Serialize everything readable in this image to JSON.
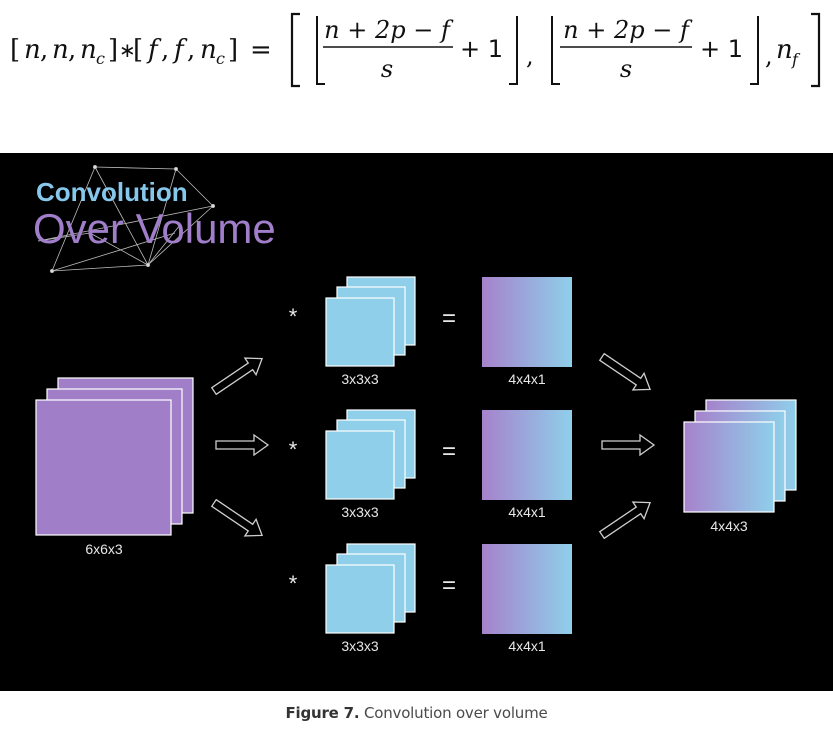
{
  "formula": {
    "input_dims": [
      "n",
      "n",
      "n"
    ],
    "input_sub": "c",
    "operator": "∗",
    "filter_dims": [
      "f",
      "f",
      "n"
    ],
    "filter_sub": "c",
    "equals": "=",
    "numerator": "n + 2p − f",
    "denominator": "s",
    "plus_one": "+ 1",
    "separator": ",",
    "channels": "n",
    "channels_sub": "f"
  },
  "figure": {
    "title_line1": "Convolution",
    "title_line2": "Over Volume",
    "input_label": "6x6x3",
    "filter_label": "3x3x3",
    "output_label": "4x4x1",
    "result_label": "4x4x3",
    "conv_symbol": "*",
    "equals_symbol": "=",
    "colors": {
      "background": "#000000",
      "title_blue": "#86c8ec",
      "title_purple": "#a07ec9",
      "input_purple": "#a07fc8",
      "filter_blue": "#8fcfea",
      "gradient_start": "#a682cc",
      "gradient_end": "#8fcfea"
    }
  },
  "caption": {
    "number": "Figure 7.",
    "text": " Convolution over volume"
  }
}
